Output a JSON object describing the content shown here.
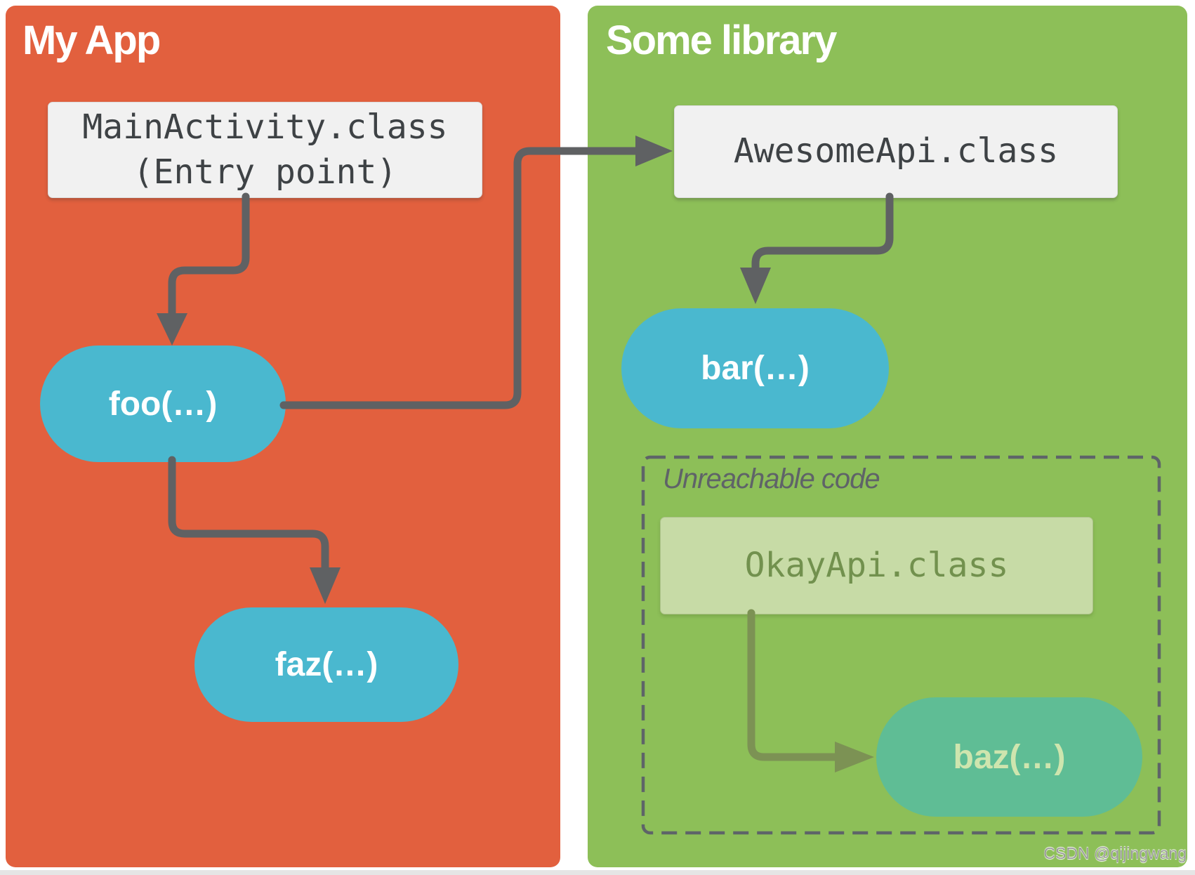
{
  "left_panel": {
    "title": "My App",
    "entry_box": {
      "line1": "MainActivity.class",
      "line2": "(Entry point)"
    },
    "foo_label": "foo(…)",
    "faz_label": "faz(…)"
  },
  "right_panel": {
    "title": "Some library",
    "api_box": "AwesomeApi.class",
    "bar_label": "bar(…)",
    "unreachable": {
      "label": "Unreachable code",
      "okay_box": "OkayApi.class",
      "baz_label": "baz(…)"
    }
  },
  "watermark": "CSDN @qijingwang",
  "colors": {
    "orange": "#E2603E",
    "green": "#8DBF58",
    "blue": "#4AB8CF",
    "teal": "#5FBD95",
    "box-bg": "#F1F1F1",
    "box-text": "#3E4245",
    "okay-bg": "#C7DBA6",
    "okay-text": "#72914E",
    "pale-text": "#CEE5AE",
    "arrow-gray": "#5F6163",
    "arrow-olive": "#7C9254",
    "dash": "#5E6468",
    "unreach": "#5F6368",
    "wm": "#9B9B9B"
  }
}
